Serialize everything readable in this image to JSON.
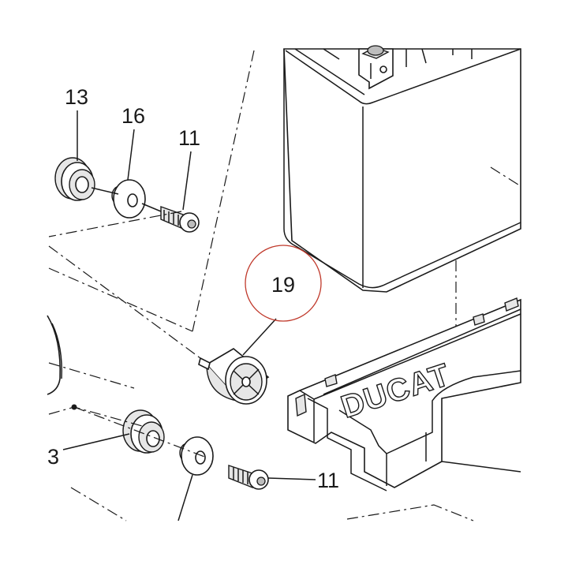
{
  "callouts": [
    {
      "id": "c13_top",
      "text": "13"
    },
    {
      "id": "c16",
      "text": "16"
    },
    {
      "id": "c11_top",
      "text": "11"
    },
    {
      "id": "c19",
      "text": "19"
    },
    {
      "id": "c3",
      "text": "3"
    },
    {
      "id": "c11_bottom",
      "text": "11"
    }
  ],
  "highlight_color": "#c0392b",
  "tray_logo": "DUCAT"
}
